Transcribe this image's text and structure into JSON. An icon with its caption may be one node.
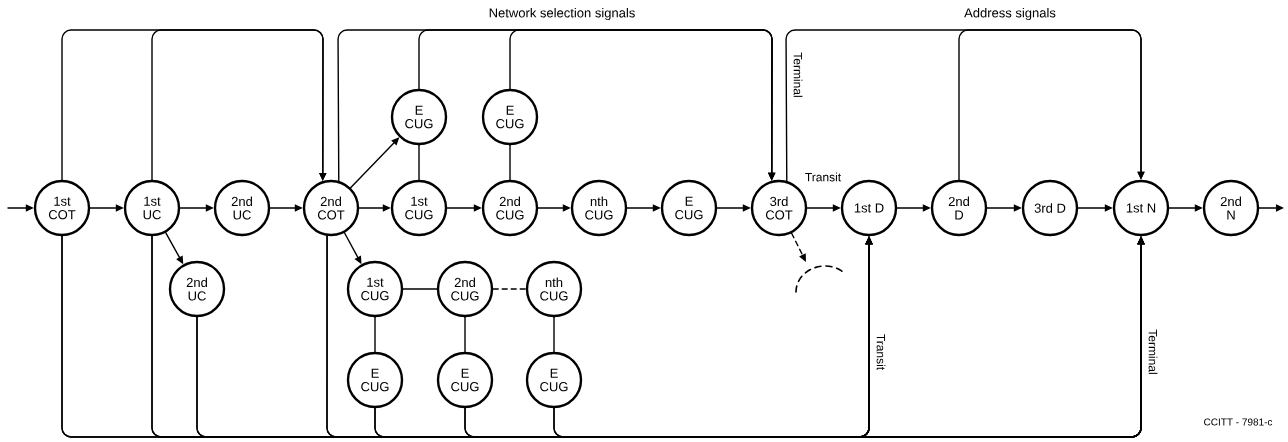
{
  "diagram": {
    "nodes": [
      {
        "text": [
          "1st COT"
        ]
      },
      {
        "text": [
          "1st UC"
        ]
      },
      {
        "text": [
          "2nd UC"
        ]
      },
      {
        "text": [
          "2nd COT"
        ]
      },
      {
        "text": [
          "E CUG"
        ]
      },
      {
        "text": [
          "1st CUG"
        ]
      },
      {
        "text": [
          "E CUG"
        ]
      },
      {
        "text": [
          "2nd CUG"
        ]
      },
      {
        "text": [
          "nth CUG"
        ]
      },
      {
        "text": [
          "E CUG"
        ]
      },
      {
        "text": [
          "3rd COT"
        ]
      },
      {
        "text": [
          "1st D"
        ]
      },
      {
        "text": [
          "2nd D"
        ]
      },
      {
        "text": [
          "3rd D"
        ]
      },
      {
        "text": [
          "1st N"
        ]
      },
      {
        "text": [
          "2nd N"
        ]
      },
      {
        "text": [
          "2nd UC"
        ]
      },
      {
        "text": [
          "1st CUG"
        ]
      },
      {
        "text": [
          "2nd CUG"
        ]
      },
      {
        "text": [
          "nth CUG"
        ]
      },
      {
        "text": [
          "E CUG"
        ]
      },
      {
        "text": [
          "E CUG"
        ]
      },
      {
        "text": [
          "E CUG"
        ]
      }
    ],
    "edges": [
      {
        "from": null,
        "to": 0,
        "arrow": "to"
      },
      {
        "from": 0,
        "to": 1,
        "arrow": "to"
      },
      {
        "from": 1,
        "to": 2,
        "arrow": "to"
      },
      {
        "from": 2,
        "to": 3,
        "arrow": "to"
      },
      {
        "from": 3,
        "to": 5,
        "arrow": "to"
      },
      {
        "from": 5,
        "to": 7,
        "arrow": "to"
      },
      {
        "from": 7,
        "to": 8,
        "arrow": "to"
      },
      {
        "from": 8,
        "to": 9,
        "arrow": "to"
      },
      {
        "from": 9,
        "to": 10,
        "arrow": "to"
      },
      {
        "from": 10,
        "to": 11,
        "arrow": "to",
        "label": "Transit"
      },
      {
        "from": 11,
        "to": 12,
        "arrow": "to"
      },
      {
        "from": 12,
        "to": 13,
        "arrow": "to"
      },
      {
        "from": 13,
        "to": 14,
        "arrow": "to"
      },
      {
        "from": 14,
        "to": 15,
        "arrow": "to"
      },
      {
        "from": 15,
        "to": null,
        "arrow": "to"
      },
      {
        "from": 1,
        "to": 16,
        "arrow": "to"
      },
      {
        "from": 3,
        "to": 4,
        "arrow": "to"
      },
      {
        "from": 3,
        "to": 17,
        "arrow": "to"
      },
      {
        "from": 4,
        "to": 5,
        "arrow": "none"
      },
      {
        "from": 6,
        "to": 7,
        "arrow": "none"
      },
      {
        "from": 17,
        "to": 18,
        "arrow": "none"
      },
      {
        "from": 18,
        "to": 19,
        "arrow": "none",
        "style": "dashed"
      },
      {
        "from": 17,
        "to": 20,
        "arrow": "none"
      },
      {
        "from": 18,
        "to": 21,
        "arrow": "none"
      },
      {
        "from": 19,
        "to": 22,
        "arrow": "none"
      },
      {
        "from": 0,
        "to": 3,
        "arrow": "to"
      },
      {
        "from": 1,
        "to": 3,
        "arrow": "to"
      },
      {
        "from": 3,
        "to": 10,
        "arrow": "to"
      },
      {
        "from": 4,
        "to": 10,
        "arrow": "to"
      },
      {
        "from": 6,
        "to": 10,
        "arrow": "to"
      },
      {
        "from": 10,
        "to": 14,
        "arrow": "to",
        "label": "Terminal"
      },
      {
        "from": 12,
        "to": 14,
        "arrow": "to"
      },
      {
        "from": 0,
        "to": 11,
        "arrow": "to",
        "label": "Transit"
      },
      {
        "from": 1,
        "to": 11,
        "arrow": "to"
      },
      {
        "from": 16,
        "to": 11,
        "arrow": "to"
      },
      {
        "from": 3,
        "to": 11,
        "arrow": "to"
      },
      {
        "from": 20,
        "to": 11,
        "arrow": "to"
      },
      {
        "from": 21,
        "to": 11,
        "arrow": "to"
      },
      {
        "from": 22,
        "to": 11,
        "arrow": "to"
      },
      {
        "from": 0,
        "to": 14,
        "arrow": "to",
        "label": "Terminal"
      },
      {
        "from": 1,
        "to": 14,
        "arrow": "to"
      },
      {
        "from": 16,
        "to": 14,
        "arrow": "to"
      },
      {
        "from": 3,
        "to": 14,
        "arrow": "to"
      },
      {
        "from": 20,
        "to": 14,
        "arrow": "to"
      },
      {
        "from": 21,
        "to": 14,
        "arrow": "to"
      },
      {
        "from": 22,
        "to": 14,
        "arrow": "to"
      },
      {
        "from": 10,
        "to": null,
        "arrow": "to",
        "style": "dashed"
      }
    ],
    "labels": [
      "Network selection signals",
      "Address signals",
      "CCITT - 7981-c"
    ]
  }
}
